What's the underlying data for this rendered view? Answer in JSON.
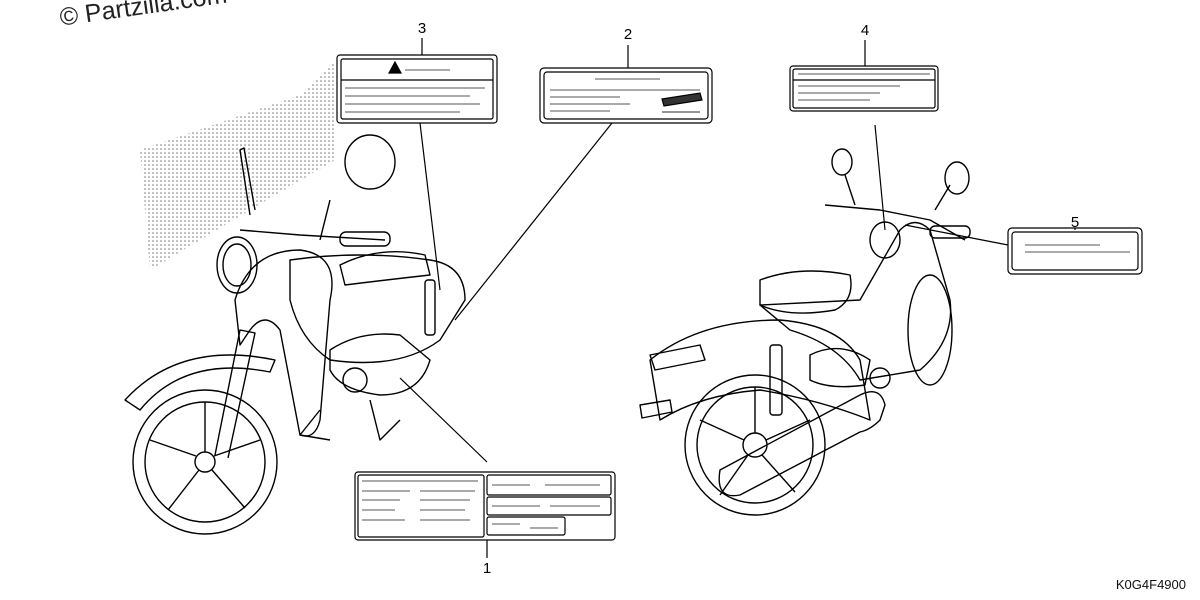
{
  "watermark": "© Partzilla.com",
  "diagram_code": "K0G4F4900",
  "callouts": [
    {
      "number": "1"
    },
    {
      "number": "2"
    },
    {
      "number": "3"
    },
    {
      "number": "4"
    },
    {
      "number": "5"
    }
  ]
}
